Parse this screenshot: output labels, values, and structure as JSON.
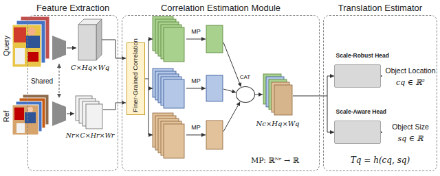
{
  "diagram": {
    "nodes": [
      {
        "text": [
          "Feature Extraction"
        ]
      },
      {
        "text": [
          "Correlation Estimation Module"
        ]
      },
      {
        "text": [
          "Finer-Grained Correlation"
        ],
        "in": 1
      },
      {
        "text": [
          "CAT"
        ],
        "in": 1
      },
      {
        "text": [
          "Translation Estimator"
        ]
      },
      {
        "text": [
          "Scale-Robust Head"
        ],
        "in": 4
      },
      {
        "text": [
          "Scale-Aware Head"
        ],
        "in": 4
      }
    ],
    "labels": [
      "Query",
      "Ref",
      "Shared",
      "C×Hq×Wq",
      "Nr×C×Hr×Wr",
      "MP",
      "MP",
      "MP",
      "Nc×Hq×Wq",
      "MP: ℝᴺʳ → ℝ",
      "Object Location",
      "cq ∈ ℝ²",
      "Object Size",
      "sq ∈ ℝ",
      "Tq = h(cq, sq)"
    ]
  }
}
